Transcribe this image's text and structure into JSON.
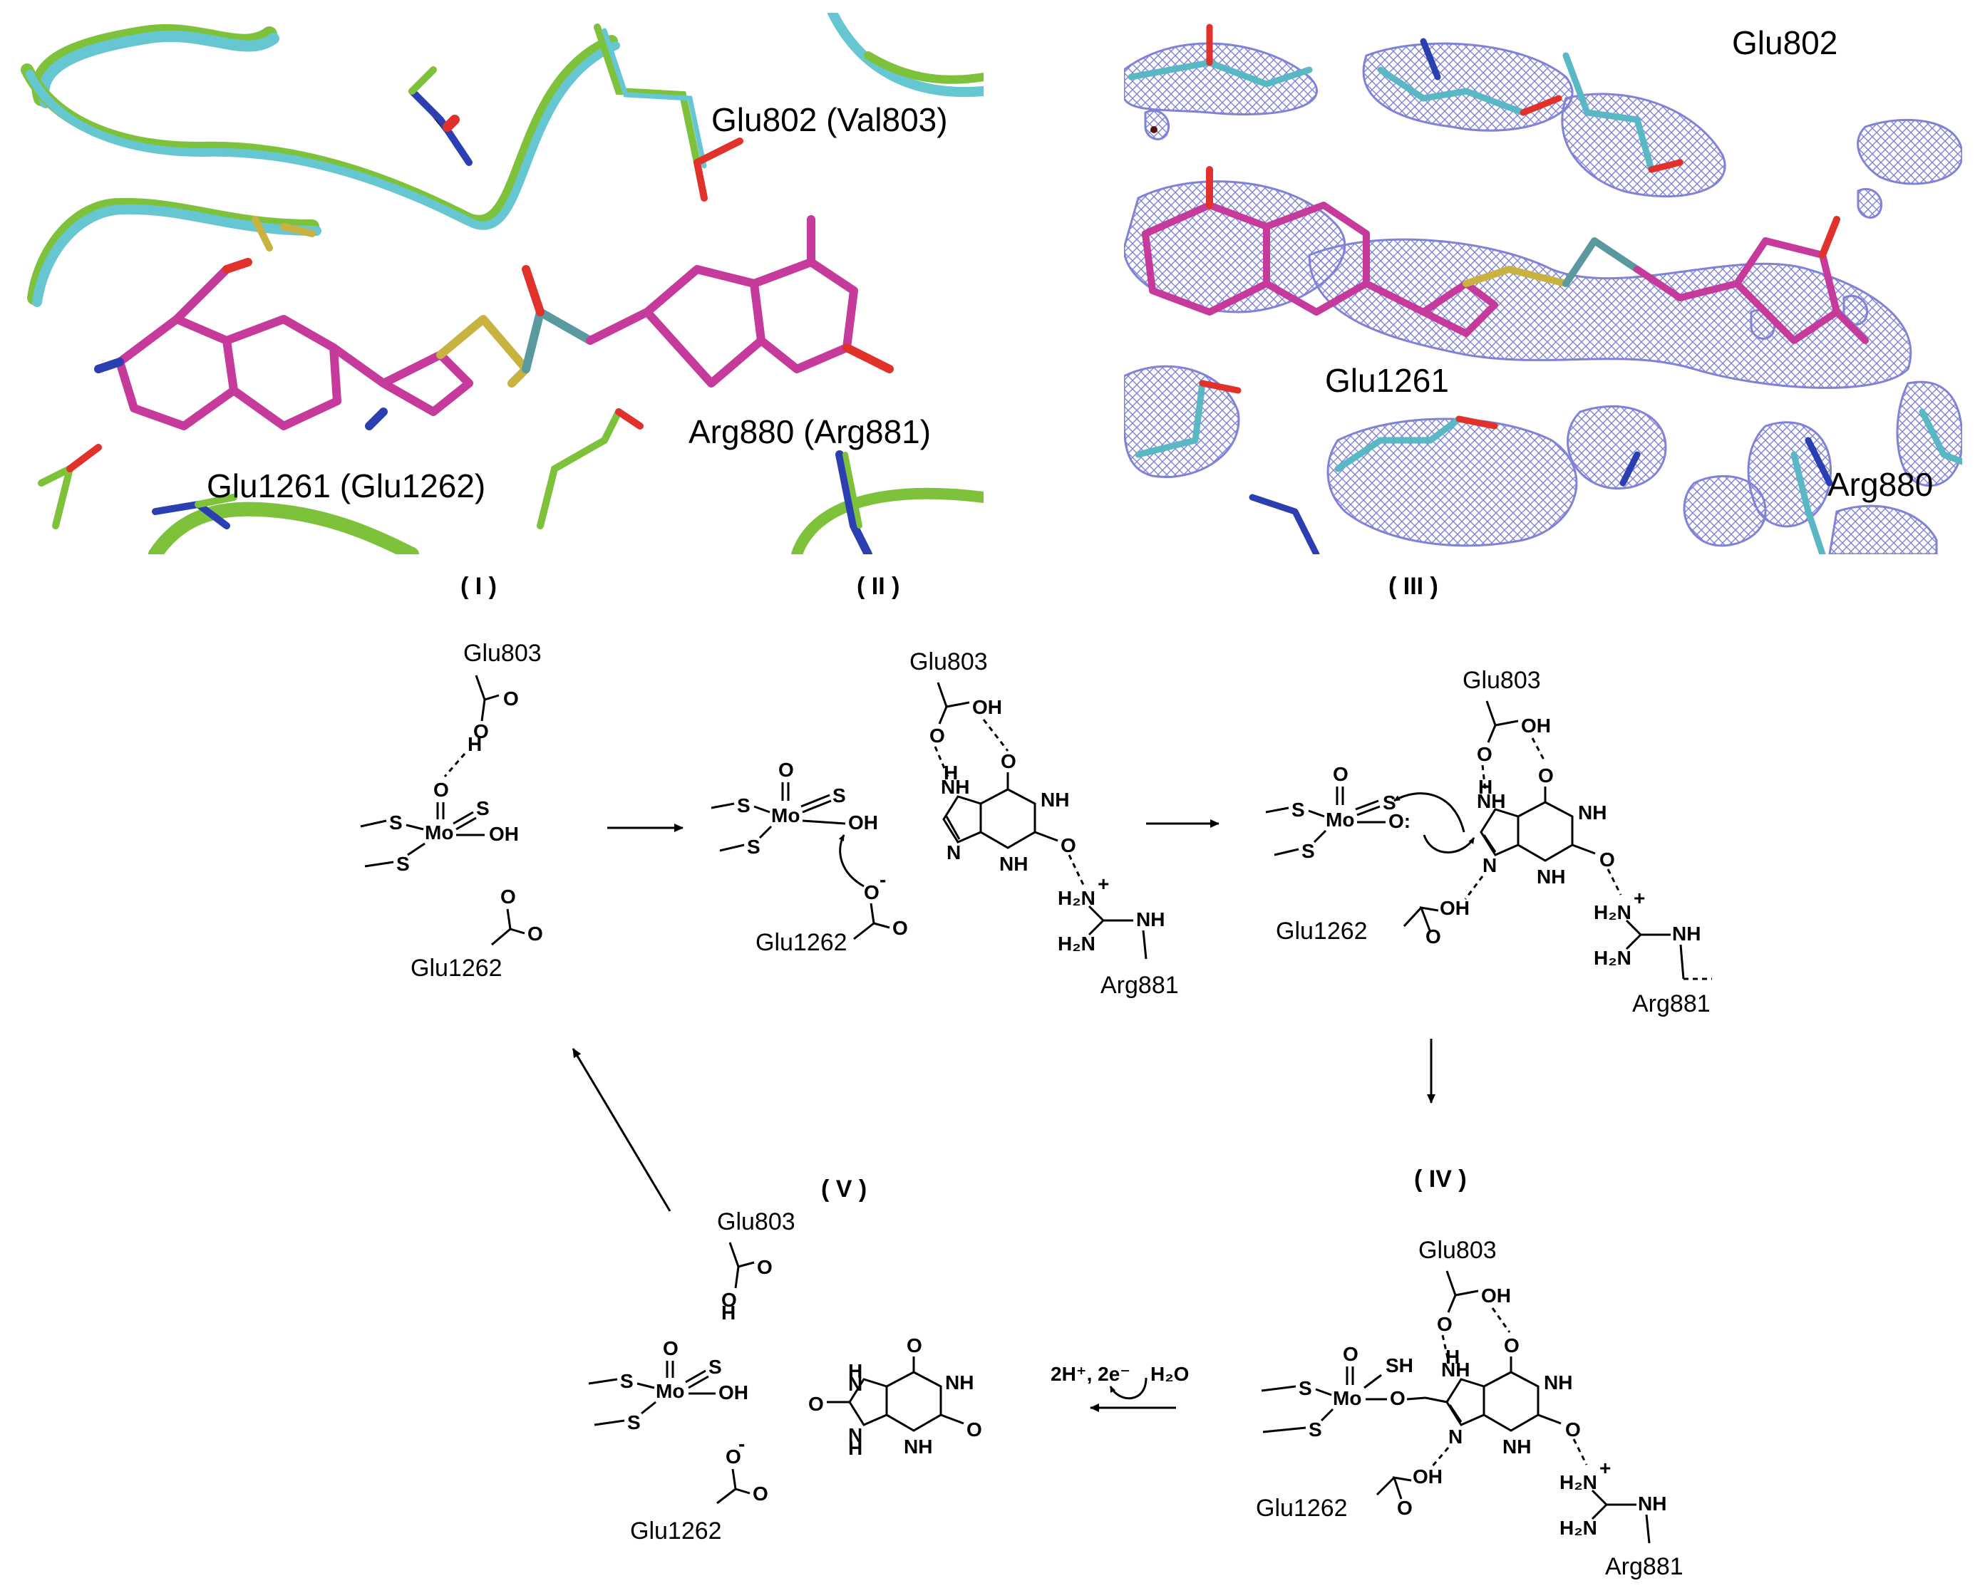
{
  "panels": {
    "I": {
      "label": "( I )",
      "residues": [
        "Glu802 (Val803)",
        "Arg880 (Arg881)",
        "Glu1261 (Glu1262)"
      ]
    },
    "II": {
      "label": "( II )"
    },
    "III": {
      "label": "( III )",
      "residues": [
        "Glu802",
        "Glu1261",
        "Arg880"
      ]
    }
  },
  "scheme": {
    "stage_I": {
      "glu803": "Glu803",
      "glu1262": "Glu1262",
      "atoms": {
        "O": "O",
        "H": "H",
        "S": "S",
        "Mo": "Mo",
        "OH": "OH",
        "Om": "O"
      }
    },
    "stage_II": {
      "label": "( II )",
      "glu803": "Glu803",
      "glu1262": "Glu1262",
      "arg881": "Arg881",
      "atoms": {
        "O": "O",
        "OH": "OH",
        "S": "S",
        "Mo": "Mo",
        "NH": "NH",
        "N": "N",
        "H": "H",
        "H2N": "H₂N",
        "plus": "+",
        "minus": "-"
      }
    },
    "stage_III": {
      "label": "( III )",
      "glu803": "Glu803",
      "glu1262": "Glu1262",
      "arg881": "Arg881",
      "atoms": {
        "O": "O",
        "Odot": "O:",
        "OH": "OH",
        "S": "S",
        "Mo": "Mo",
        "NH": "NH",
        "N": "N",
        "H": "H",
        "H2N": "H₂N",
        "plus": "+"
      }
    },
    "stage_IV": {
      "label": "( IV )",
      "glu803": "Glu803",
      "glu1262": "Glu1262",
      "arg881": "Arg881",
      "atoms": {
        "O": "O",
        "OH": "OH",
        "SH": "SH",
        "S": "S",
        "Mo": "Mo",
        "NH": "NH",
        "N": "N",
        "H": "H",
        "H2N": "H₂N",
        "plus": "+"
      }
    },
    "stage_V": {
      "label": "( V )",
      "glu803": "Glu803",
      "glu1262": "Glu1262",
      "atoms": {
        "O": "O",
        "OH": "OH",
        "S": "S",
        "Mo": "Mo",
        "NH": "NH",
        "N": "N",
        "H": "H",
        "minus": "-"
      }
    },
    "reagents": {
      "left": "2H⁺, 2e⁻",
      "right": "H₂O"
    }
  }
}
